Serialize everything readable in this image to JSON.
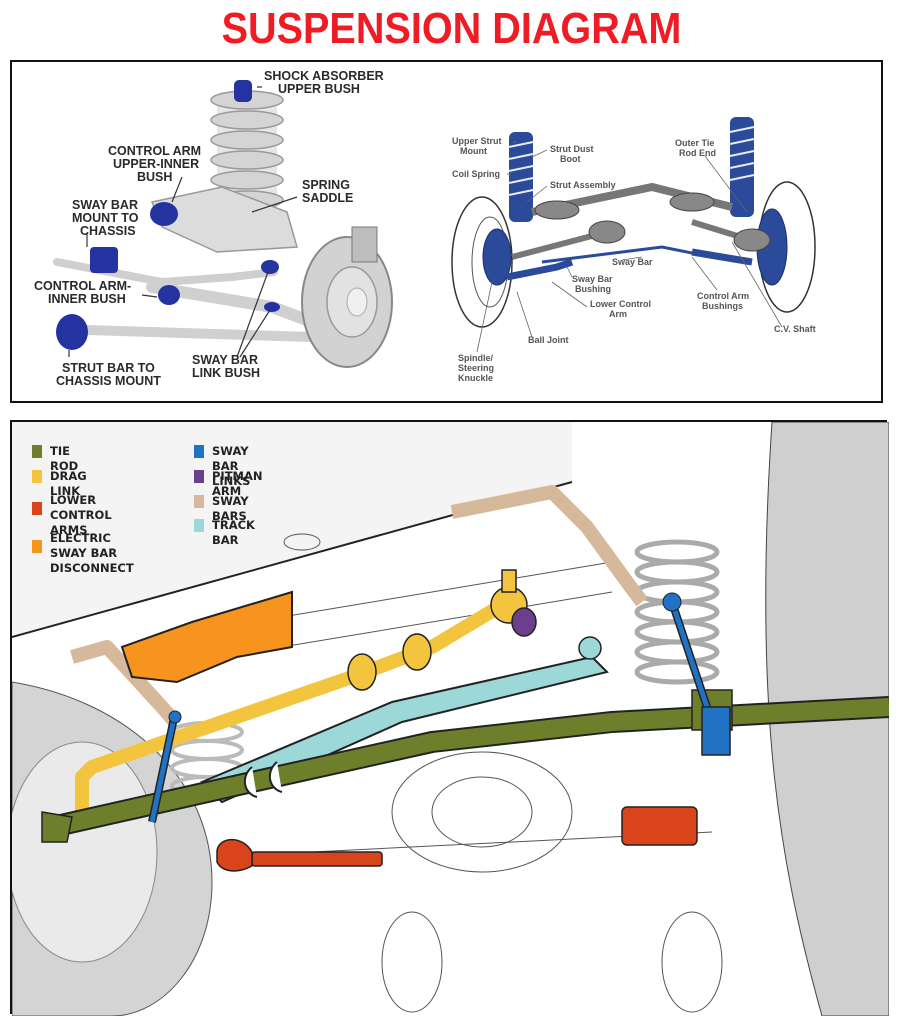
{
  "title": "SUSPENSION DIAGRAM",
  "top_left_diagram": {
    "labels": {
      "shock_absorber_upper_bush": [
        "SHOCK ABSORBER",
        "UPPER BUSH"
      ],
      "control_arm_upper_inner_bush": [
        "CONTROL ARM",
        "UPPER-INNER",
        "BUSH"
      ],
      "spring_saddle": [
        "SPRING",
        "SADDLE"
      ],
      "sway_bar_mount_to_chassis": [
        "SWAY BAR",
        "MOUNT TO",
        "CHASSIS"
      ],
      "control_arm_inner_bush": [
        "CONTROL ARM-",
        "INNER BUSH"
      ],
      "strut_bar_to_chassis_mount": [
        "STRUT BAR TO",
        "CHASSIS MOUNT"
      ],
      "sway_bar_link_bush": [
        "SWAY BAR",
        "LINK BUSH"
      ]
    }
  },
  "top_right_diagram": {
    "labels": {
      "upper_strut_mount": [
        "Upper Strut",
        "Mount"
      ],
      "strut_dust_boot": [
        "Strut Dust",
        "Boot"
      ],
      "coil_spring": [
        "Coil Spring"
      ],
      "strut_assembly": [
        "Strut Assembly"
      ],
      "outer_tie_rod_end": [
        "Outer Tie",
        "Rod End"
      ],
      "sway_bar": [
        "Sway Bar"
      ],
      "sway_bar_bushing": [
        "Sway Bar",
        "Bushing"
      ],
      "lower_control_arm": [
        "Lower Control",
        "Arm"
      ],
      "control_arm_bushings": [
        "Control Arm",
        "Bushings"
      ],
      "cv_shaft": [
        "C.V. Shaft"
      ],
      "ball_joint": [
        "Ball Joint"
      ],
      "spindle_steering_knuckle": [
        "Spindle/",
        "Steering",
        "Knuckle"
      ]
    }
  },
  "bottom_diagram": {
    "legend": [
      {
        "label": "TIE ROD",
        "color": "#6e7f2c"
      },
      {
        "label": "DRAG LINK",
        "color": "#f3c53f"
      },
      {
        "label": "LOWER CONTROL\nARMS",
        "color": "#d9441b"
      },
      {
        "label": "ELECTRIC SWAY BAR\nDISCONNECT",
        "color": "#f7941d"
      },
      {
        "label": "SWAY BAR LINKS",
        "color": "#1f72c4"
      },
      {
        "label": "PITMAN ARM",
        "color": "#6a3f8e"
      },
      {
        "label": "SWAY BARS",
        "color": "#d6b89a"
      },
      {
        "label": "TRACK BAR",
        "color": "#9dd8d8"
      }
    ]
  }
}
